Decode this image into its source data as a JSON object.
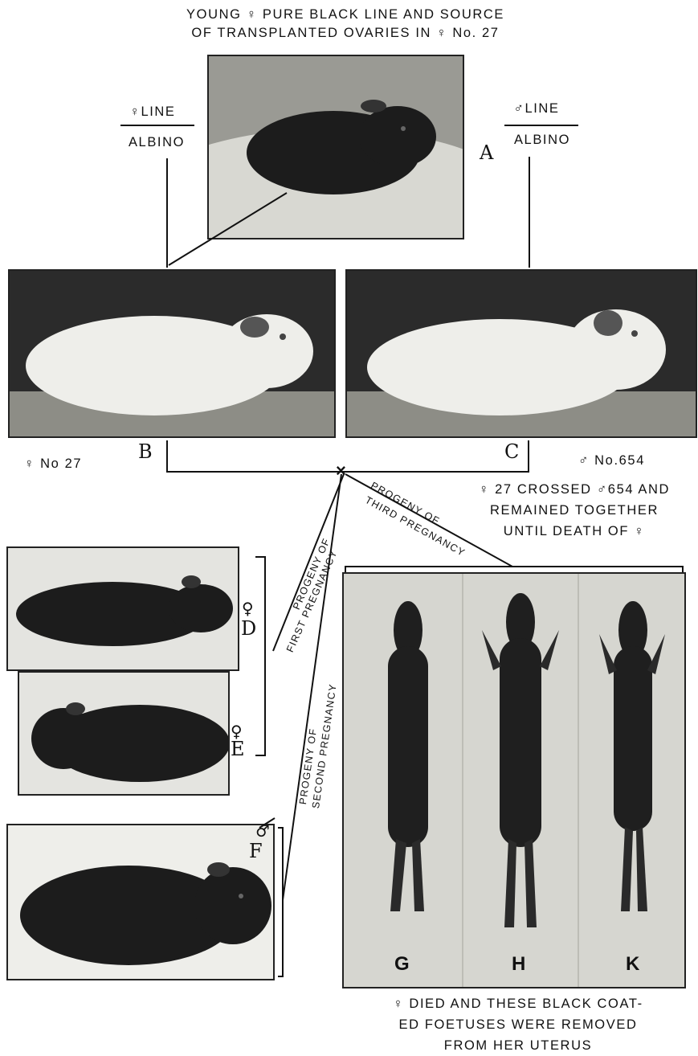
{
  "captions": {
    "source_line1": "YOUNG ♀ PURE BLACK LINE AND  SOURCE",
    "source_line2": "OF TRANSPLANTED OVARIES IN ♀ No. 27",
    "female_line_top": "♀LINE",
    "female_line_bottom": "ALBINO",
    "male_line_top": "♂LINE",
    "male_line_bottom": "ALBINO",
    "female_no": "♀ No 27",
    "male_no": "♂ No.654",
    "cross_line1": "♀ 27 CROSSED ♂654 AND",
    "cross_line2": "REMAINED TOGETHER",
    "cross_line3": "UNTIL DEATH OF ♀",
    "cross_symbol": "×",
    "first_preg_1": "PROGENY OF",
    "first_preg_2": "FIRST PREGNANCY",
    "second_preg_1": "PROGENY OF",
    "second_preg_2": "SECOND PREGNANCY",
    "third_preg_1": "PROGENY OF",
    "third_preg_2": "THIRD PREGNANCY",
    "died_line1": "♀ DIED AND THESE BLACK COAT-",
    "died_line2": "ED FOETUSES WERE REMOVED",
    "died_line3": "FROM HER UTERUS"
  },
  "labels": {
    "A": "A",
    "B": "B",
    "C": "C",
    "D": "D",
    "E": "E",
    "F": "F",
    "G": "G",
    "H": "H",
    "K": "K",
    "sex_D": "♀",
    "sex_E": "♀",
    "sex_F": "♂"
  },
  "colors": {
    "ink": "#111111",
    "black_coat": "#1c1c1c",
    "albino_coat": "#eeeeea",
    "ground": "#c9c9c3",
    "bg_dark": "#2b2b2b"
  }
}
